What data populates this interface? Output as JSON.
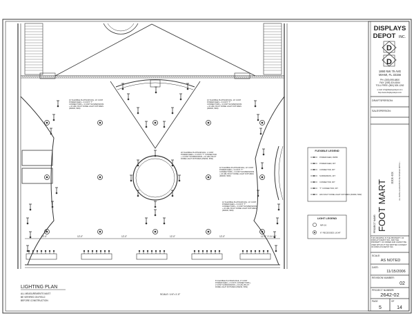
{
  "title_block": {
    "company_line1": "DISPLAYS",
    "company_line2": "DEPOT",
    "company_suffix": "INC.",
    "logo_letter": "D",
    "address1": "1890 NW 79 AVE",
    "address2": "MIAMI, FL 33156",
    "phone": "PH: (305) 595-6800",
    "fax": "FAX: (305) 324-6344",
    "tollfree": "TOLL FREE: (800) 525-1262",
    "email": "e-mail: info@displaysdepot.com",
    "web": "http://www.displaysdepot.com",
    "draftsperson_label": "DRAFTSPERSON:",
    "salesperson_label": "SALESPERSON:",
    "project_name_label": "PROJECT NAME:",
    "project_name": "FOOT MART",
    "project_location": "XXX-XX",
    "project_caption": "ALL METAL ELEMENTS TO BE SPRAYED WITH A ...",
    "disclaimer": "THIS DRAWING IS THE PROPERTY OF DISPLAYS DEPOT INC. AND THE PROPERTY OF OWNER AND CANNOT BE USED WITHOUT THE WRITTEN CONSENT OF DISPLAYS DEPOT INC.",
    "scale_label": "SCALE:",
    "scale_value": "AS NOTED",
    "date_label": "DATE:",
    "date_value": "11/15/2006",
    "revision_label": "REVISION NUMBER:",
    "revision_value": "02",
    "project_number_label": "PROJECT NUMBER:",
    "project_number": "2642-02",
    "page_label": "PAGE",
    "page_value": "5",
    "of_label": "OF",
    "of_value": "14"
  },
  "plan": {
    "title": "LIGHTING PLAN",
    "note1": "ALL MEASUREMENTS MUST",
    "note2": "BE VERIFIED ON FIELD",
    "note3": "BEFORE CONSTRUCTION",
    "scale": "SCALE: 1/4\"=1'-0\""
  },
  "legends": {
    "fixture_title": "FLEXIBLE LEGEND",
    "fixture_items": [
      "POWER FEED, 3W/5ft",
      "POWER FEED, 3FT",
      "CONNECTOR, 3FT",
      "SUSPENSION, 4FT",
      "CONNECTOR, 3FT",
      "\"T\" CONNECTOR, 3FT",
      "HIN-VIN-FT DOME LIGHT FIXTURES (PAR30, 50W)"
    ],
    "light_title": "LIGHT LEGEND",
    "light_items": [
      "MR-16",
      "6\" RECESSED LIGHT"
    ]
  },
  "callouts": [
    "10' FLEXIBLE PLATINUM RAIL; 10' CONT POWER FEED + 3 CONT; \"T\" CONNECTORS + 3 CONT SUSPENSIONS + 24 HIN-VIN-FT DOME LIGHT FIXTURES (PAR30, 50W)",
    "10' FLEXIBLE PLATINUM RAIL; 10' CONT POWER FEED + 3 CONT; \"T\" CONNECTORS + 3 CONT SUSPENSIONS + 24 HIN-VIN-FT DOME LIGHT FIXTURES (PAR30, 50W)",
    "20' FLEXIBLE PLATINUM RAIL; 1 CONT POWER FEED + 2 CONT; \"T\" CONNECTOR + 4 CONT SUSPENSIONS + 10 HIN-VIN-FT DOME LIGHT FIXTURES (PAR30, 50W)",
    "16' FLEXIBLE PLATINUM RAIL; 10' CONT POWER FEED + 3 CONT; \"T\" CONNECTORS + 3 CONT SUSPENSIONS + 24 HIN-VIN-FT DOME LIGHT FIXTURES (PAR30, 50W)",
    "10' FLEXIBLE PLATINUM RAIL; 10' CONT POWER FEED + 3 CONT; \"T\" CONNECTORS + 3 CONT SUSPENSIONS + 24 HIN-VIN-FT DOME LIGHT FIXTURES (PAR30, 50W)",
    "8' FLEXIBLE PLATINUM RAIL; 8' CONT POWER FEED + 2 CONT; CONNECTORS + 2 CONT SUSPENSIONS + 10 HIN-VIN-FT DOME LIGHT FIXTURES (PAR30, 50W)"
  ],
  "dimension_labels": [
    "12'-0\"",
    "12'-0\"",
    "12'-0\"",
    "12'-0\"",
    "12'-0\"",
    "12'-0\"",
    "3'-11 1/2\""
  ]
}
